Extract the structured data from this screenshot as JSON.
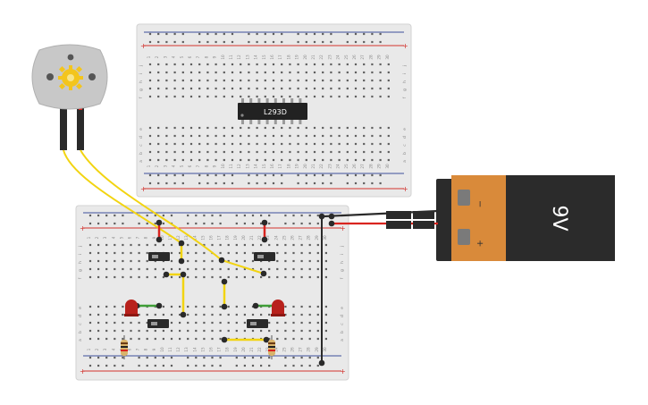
{
  "canvas": {
    "background": "#ffffff"
  },
  "colors": {
    "breadboard": "#e9e9e9",
    "breadboard_edge": "#d2d2d2",
    "hole": "#5f5f5f",
    "rail_red": "#d2322d",
    "rail_blue": "#3d4f9a",
    "wire_yellow": "#f2d411",
    "wire_red": "#d9241f",
    "wire_black": "#2a2a2a",
    "wire_green": "#3f9e37",
    "battery_orange": "#d98a3a",
    "battery_black": "#2b2b2b",
    "motor_body": "#c8c8c8",
    "motor_gear": "#f3c51d",
    "chip": "#222222",
    "led_red": "#b8211c",
    "resistor": "#d9b36a"
  },
  "rail_signs": {
    "plus": "+",
    "minus": "−"
  },
  "row_letters_top": [
    "j",
    "i",
    "h",
    "g",
    "f"
  ],
  "row_letters_bottom": [
    "e",
    "d",
    "c",
    "b",
    "a"
  ],
  "top_breadboard": {
    "column_numbers": [
      "1",
      "2",
      "3",
      "4",
      "5",
      "6",
      "7",
      "8",
      "9",
      "10",
      "11",
      "12",
      "13",
      "14",
      "15",
      "16",
      "17",
      "18",
      "19",
      "20",
      "21",
      "22",
      "23",
      "24",
      "25",
      "26",
      "27",
      "28",
      "29",
      "30"
    ]
  },
  "bottom_breadboard": {
    "column_numbers": [
      "1",
      "2",
      "3",
      "4",
      "5",
      "6",
      "7",
      "8",
      "9",
      "10",
      "11",
      "12",
      "13",
      "14",
      "15",
      "16",
      "17",
      "18",
      "19",
      "20",
      "21",
      "22",
      "23",
      "24",
      "25",
      "26",
      "27",
      "28",
      "29",
      "30"
    ]
  },
  "chip": {
    "label": "L293D"
  },
  "battery": {
    "label": "9V",
    "terminal_minus": "−",
    "terminal_plus": "+"
  },
  "components": {
    "motor": "dc-motor",
    "switches": [
      "slide-switch-1",
      "slide-switch-2",
      "slide-switch-3",
      "slide-switch-4"
    ],
    "leds": [
      "red-led-1",
      "red-led-2"
    ],
    "resistors": [
      "resistor-1",
      "resistor-2"
    ]
  }
}
